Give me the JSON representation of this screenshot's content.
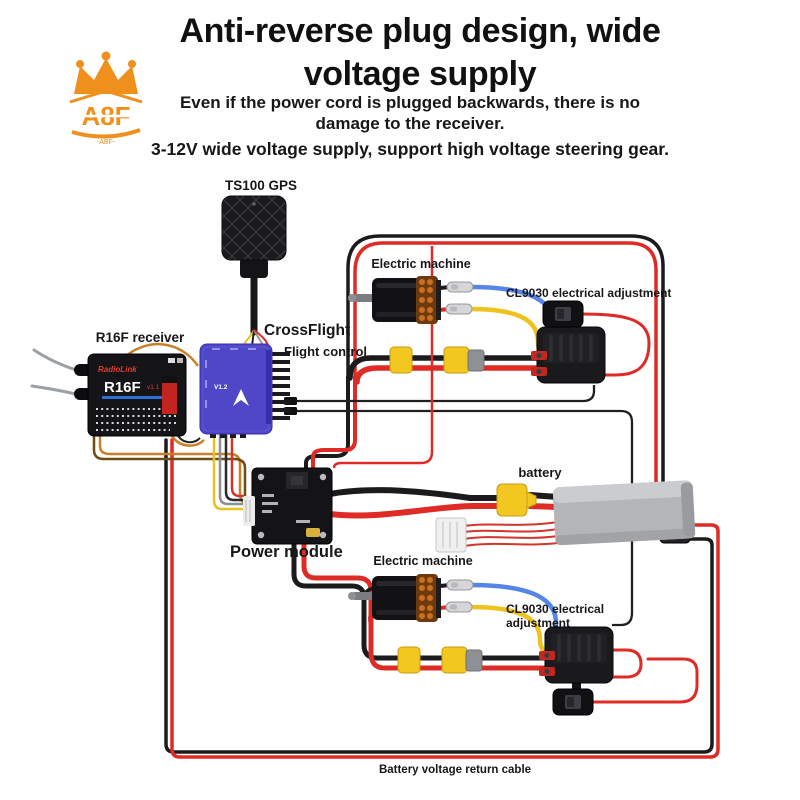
{
  "header": {
    "logo": {
      "letters": "A8F",
      "caption": "-ABF-"
    },
    "title_line1": "Anti-reverse plug design, wide",
    "title_line2": "voltage supply",
    "subtitle": "Even if the power cord is plugged backwards, there is no damage to the receiver.",
    "tagline": "3-12V wide voltage supply, support high voltage steering gear."
  },
  "diagram": {
    "gps_label": "TS100 GPS",
    "receiver_label": "R16F receiver",
    "fc_title": "CrossFlight",
    "fc_subtitle": "Flight control",
    "fc_version": "V1.2",
    "receiver_brand": "RadioLink",
    "receiver_model": "R16F",
    "receiver_version": "v1.1",
    "motor_top_label": "Electric machine",
    "esc_top_label": "CL9030 electrical adjustment",
    "battery_label": "battery",
    "power_module_label": "Power module",
    "motor_bottom_label": "Electric machine",
    "esc_bottom_label_line1": "CL9030 electrical",
    "esc_bottom_label_line2": "adjustment",
    "return_cable_label": "Battery voltage return cable"
  },
  "colors": {
    "wire_red": "#df2b26",
    "wire_black": "#1b1b1d",
    "wire_blue": "#5585e8",
    "wire_yellow": "#efc31d",
    "connector_yellow": "#f2c71f",
    "fc_purple": "#4f46c8",
    "logo_orange": "#ef8f1c",
    "battery_gray": "#b4b5b7"
  }
}
